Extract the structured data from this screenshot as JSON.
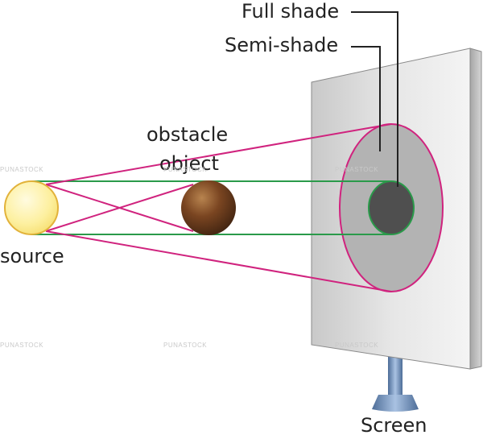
{
  "labels": {
    "full_shade": "Full shade",
    "semi_shade": "Semi-shade",
    "obstacle_line1": "obstacle",
    "obstacle_line2": "object",
    "source": "source",
    "screen": "Screen"
  },
  "watermarks": [
    "PUNASTOCK",
    "PUNASTOCK",
    "PUNASTOCK",
    "PUNASTOCK",
    "PUNASTOCK",
    "PUNASTOCK"
  ],
  "colors": {
    "source_fill": "#fde97a",
    "source_stroke": "#e2b23a",
    "obstacle_fill": "#6b3d1e",
    "ray_magenta": "#d0237e",
    "ray_green": "#2a9a4a",
    "screen_panel": "#d8d8d8",
    "semi_shade_fill": "#b3b3b3",
    "full_shade_fill": "#4f4f4f",
    "stand": "#6f8fb8"
  }
}
